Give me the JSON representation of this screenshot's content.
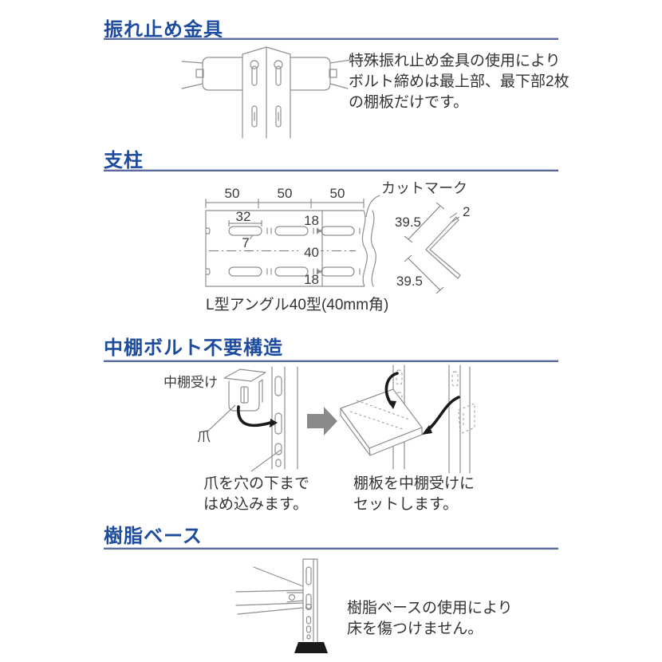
{
  "colors": {
    "heading": "#1d4b9e",
    "rule": "#5a6ba0",
    "body_text": "#333333",
    "line_art": "#8f8f8f",
    "arrow_gray": "#8a8a8a",
    "black_part": "#1a1a1a"
  },
  "sections": {
    "sway_bracket": {
      "heading": "振れ止め金具",
      "description": [
        "特殊振れ止め金具の使用により",
        "ボルト締めは最上部、最下部2枚",
        "の棚板だけです。"
      ]
    },
    "pillar": {
      "heading": "支柱",
      "cut_mark": "カットマーク",
      "pitch_labels": [
        "50",
        "50",
        "50"
      ],
      "dim_32": "32",
      "dim_7": "7",
      "dim_18_top": "18",
      "dim_40": "40",
      "dim_18_bottom": "18",
      "dim_395_top": "39.5",
      "dim_395_bottom": "39.5",
      "dim_2": "2",
      "caption": "L型アングル40型(40mm角)"
    },
    "mid_shelf": {
      "heading": "中棚ボルト不要構造",
      "receiver_label": "中棚受け",
      "claw_label": "爪",
      "step_left": [
        "爪を穴の下まで",
        "はめ込みます。"
      ],
      "step_right": [
        "棚板を中棚受けに",
        "セットします。"
      ]
    },
    "resin_base": {
      "heading": "樹脂ベース",
      "description": [
        "樹脂ベースの使用により",
        "床を傷つけません。"
      ]
    }
  }
}
